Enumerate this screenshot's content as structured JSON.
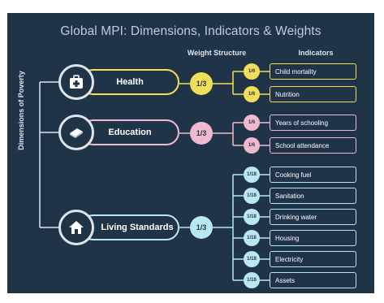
{
  "title": "Global MPI: Dimensions, Indicators & Weights",
  "vertical_label": "Dimensions of Poverty",
  "headers": {
    "weight": "Weight Structure",
    "indicators": "Indicators"
  },
  "colors": {
    "background": "#1f3447",
    "health": "#f3de5a",
    "education": "#f0b9cf",
    "living": "#b9e8f3"
  },
  "dimensions": [
    {
      "name": "Health",
      "icon": "first-aid-kit-icon",
      "weight": "1/3",
      "indicators": [
        {
          "weight": "1/6",
          "label": "Child mortality"
        },
        {
          "weight": "1/6",
          "label": "Nutrition"
        }
      ]
    },
    {
      "name": "Education",
      "icon": "book-icon",
      "weight": "1/3",
      "indicators": [
        {
          "weight": "1/6",
          "label": "Years of schooling"
        },
        {
          "weight": "1/6",
          "label": "School attendance"
        }
      ]
    },
    {
      "name": "Living Standards",
      "icon": "house-icon",
      "weight": "1/3",
      "indicators": [
        {
          "weight": "1/18",
          "label": "Cooking fuel"
        },
        {
          "weight": "1/18",
          "label": "Sanitation"
        },
        {
          "weight": "1/18",
          "label": "Drinking water"
        },
        {
          "weight": "1/18",
          "label": "Housing"
        },
        {
          "weight": "1/18",
          "label": "Electricity"
        },
        {
          "weight": "1/18",
          "label": "Assets"
        }
      ]
    }
  ]
}
